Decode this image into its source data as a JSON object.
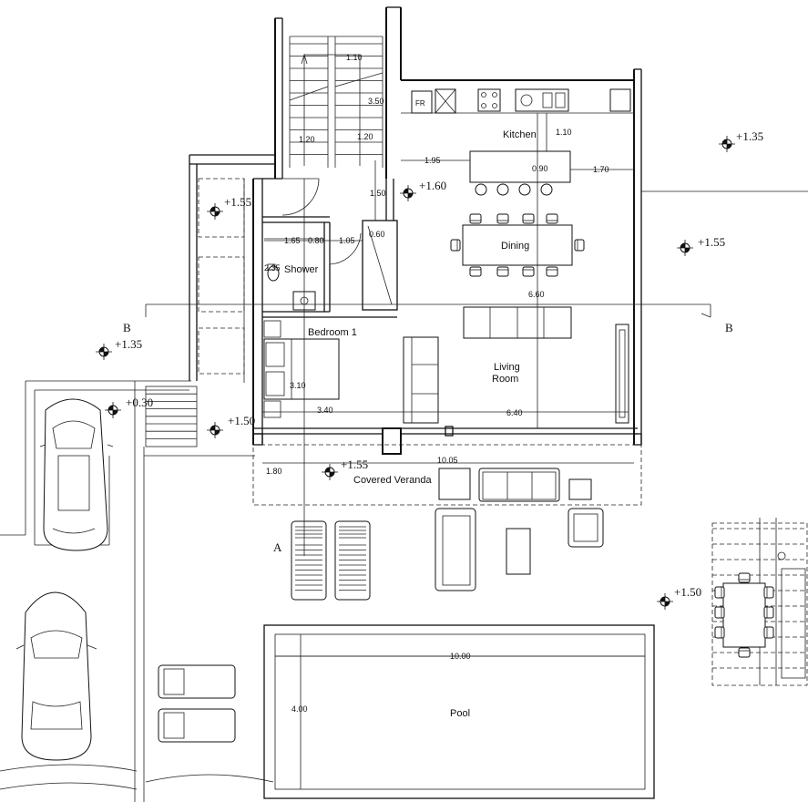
{
  "rooms": {
    "kitchen": "Kitchen",
    "dining": "Dining",
    "living_l1": "Living",
    "living_l2": "Room",
    "bedroom": "Bedroom 1",
    "shower": "Shower",
    "veranda": "Covered Veranda",
    "pool": "Pool"
  },
  "appliances": {
    "fridge": "FR"
  },
  "sections": {
    "b": "B",
    "a": "A"
  },
  "dimensions": {
    "stair_top": "1.10",
    "stair_left": "1.20",
    "stair_right": "1.20",
    "stair_len": "3.50",
    "kitchen_drop": "1.10",
    "kitchen_gap": "1.95",
    "island": "0.90",
    "island_right": "1.70",
    "hall": "1.50",
    "shower_w": "1.65",
    "shower_d": "0.80",
    "bath_w": "1.05",
    "wall": "0.60",
    "wc": "2.35",
    "dining_depth": "6.60",
    "bedroom_h": "3.10",
    "bedroom_w": "3.40",
    "living_w": "6.40",
    "veranda_w": "10.05",
    "veranda_d": "1.80",
    "pool_w": "10.00",
    "pool_d": "4.00"
  },
  "levels": {
    "top_right": "+1.35",
    "upper_left": "+1.55",
    "right": "+1.55",
    "left": "+1.35",
    "step": "+0.30",
    "entry": "+1.50",
    "veranda": "+1.55",
    "terrace": "+1.50"
  }
}
